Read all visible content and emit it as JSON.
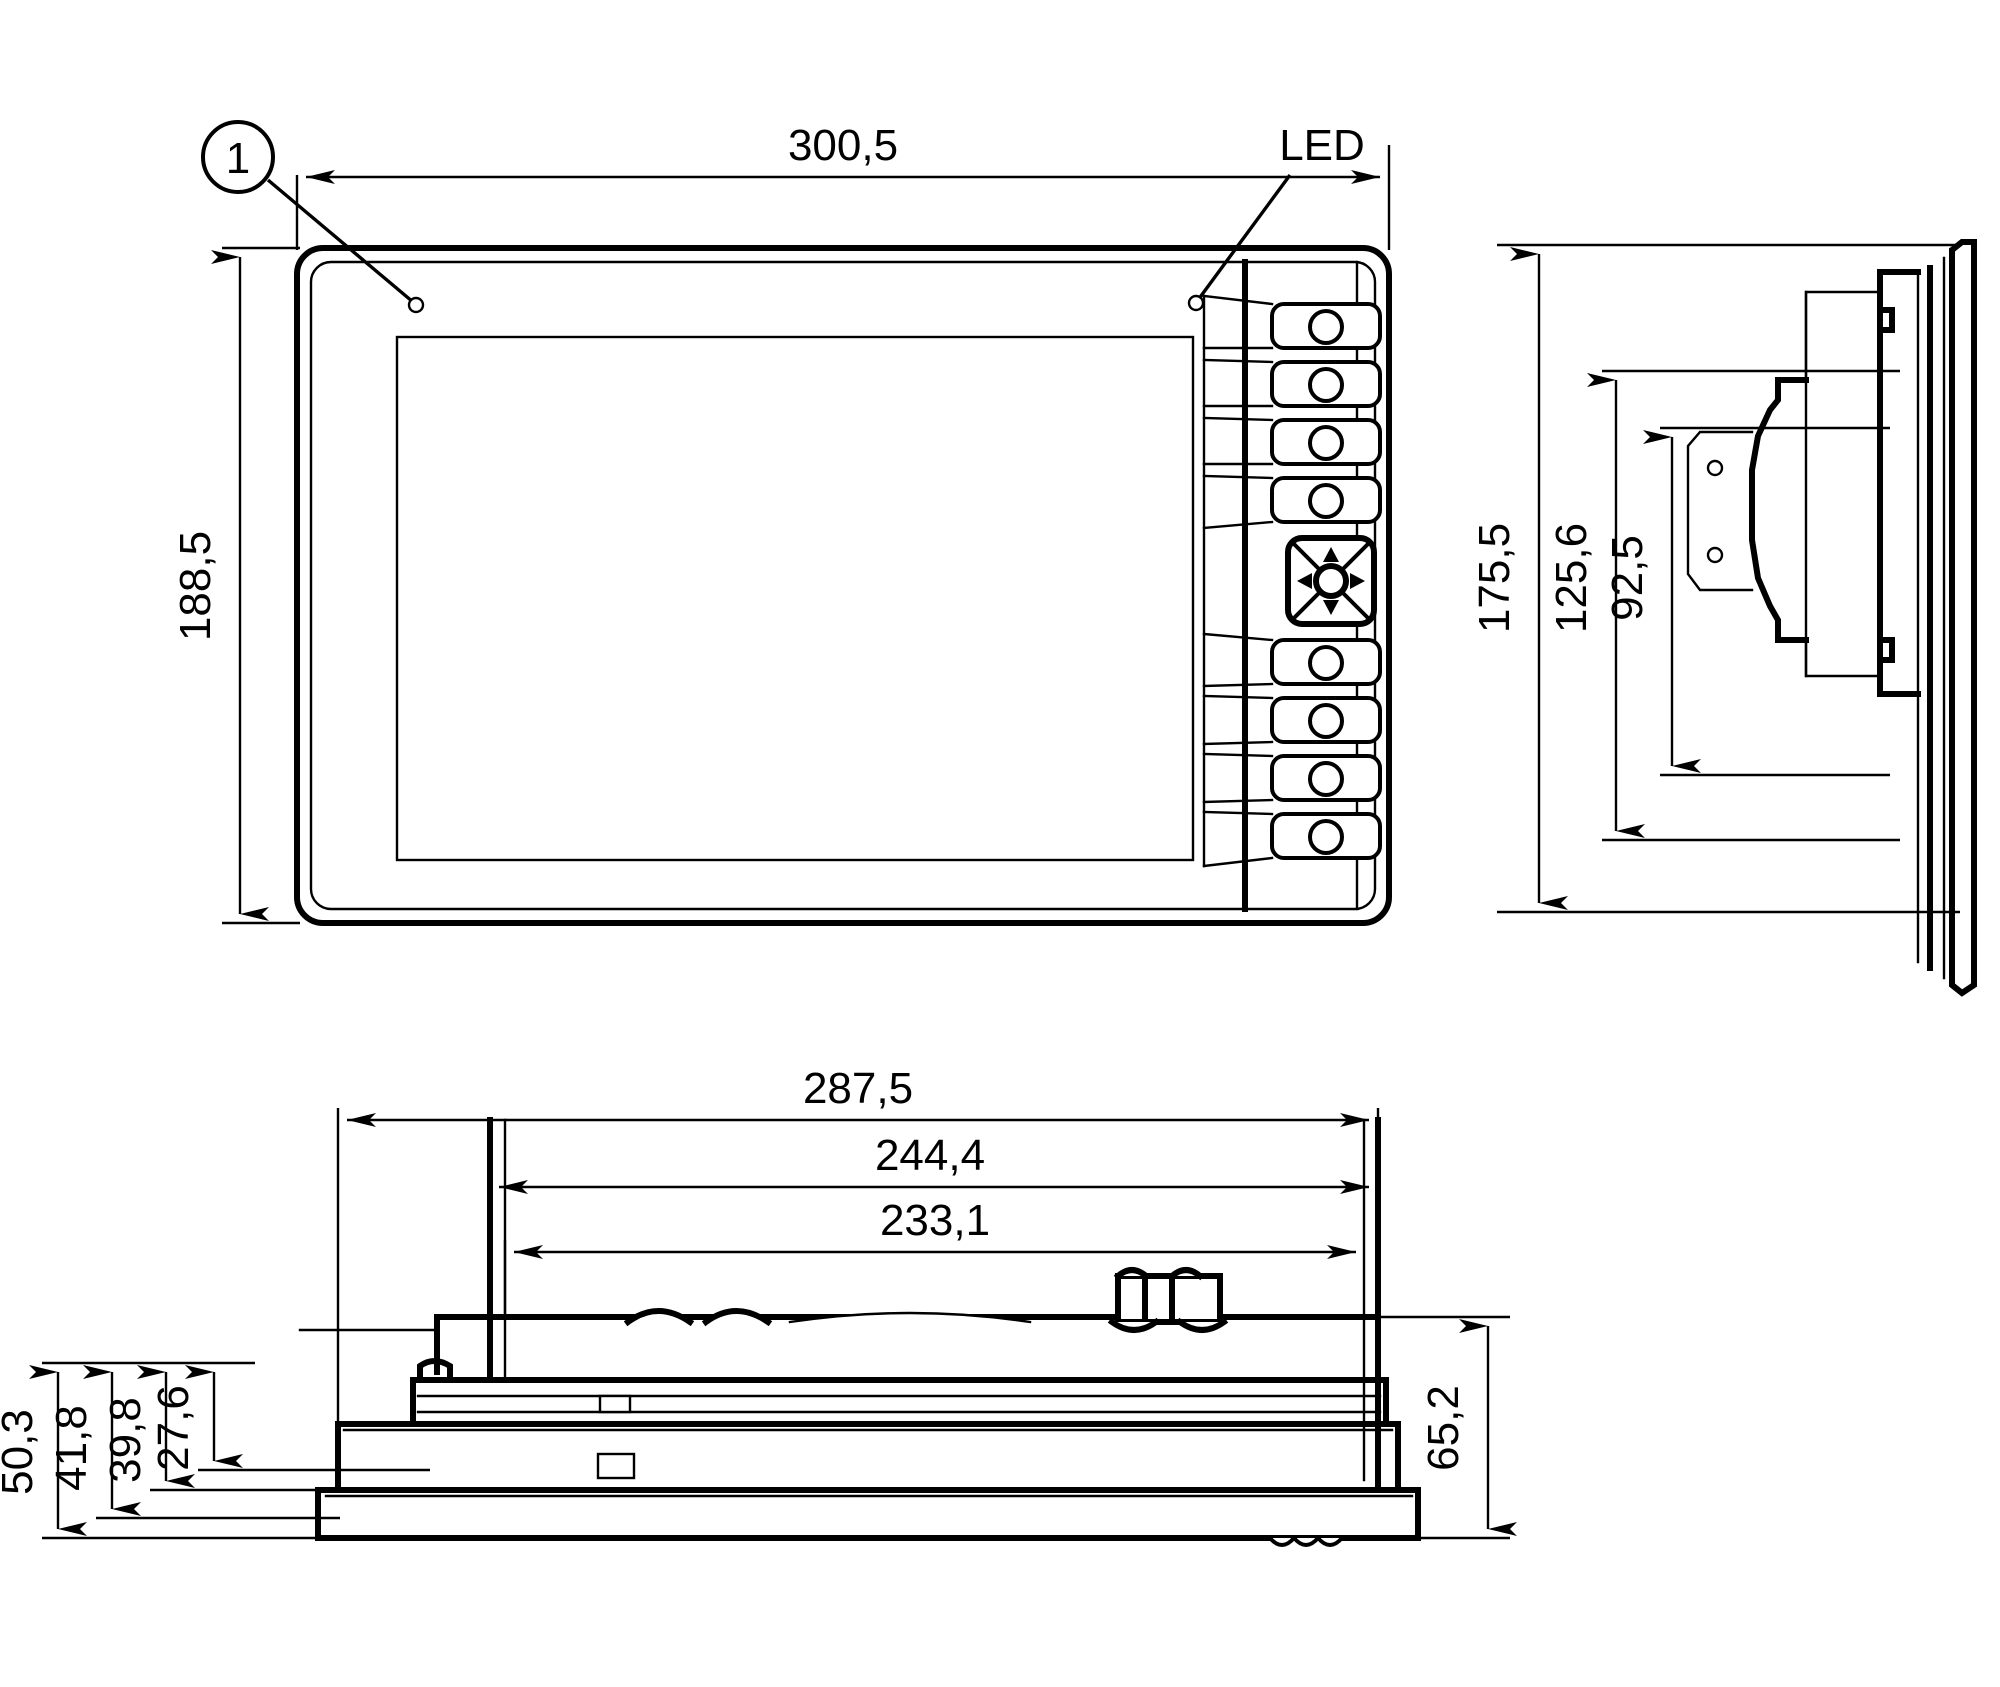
{
  "drawing": {
    "type": "mechanical-dimension-drawing",
    "units": "mm",
    "decimal_separator": "comma",
    "views": [
      {
        "id": "front",
        "name": "front-view"
      },
      {
        "id": "side",
        "name": "side-view"
      },
      {
        "id": "bottom",
        "name": "bottom-section-view"
      }
    ]
  },
  "callouts": {
    "balloon_1": "1",
    "led_label": "LED"
  },
  "front_view": {
    "width_dim": "300,5",
    "height_dim": "188,5",
    "key_count": 8,
    "navpad_count": 1
  },
  "side_view": {
    "overall_height_dim": "175,5",
    "mid_height_dim": "125,6",
    "inner_height_dim": "92,5"
  },
  "bottom_view": {
    "overall_width_dim": "287,5",
    "second_width_dim": "244,4",
    "third_width_dim": "233,1",
    "depth_a_dim": "50,3",
    "depth_b_dim": "41,8",
    "depth_c_dim": "39,8",
    "depth_d_dim": "27,6",
    "right_height_dim": "65,2"
  },
  "colors": {
    "line": "#000000",
    "background": "#ffffff"
  }
}
